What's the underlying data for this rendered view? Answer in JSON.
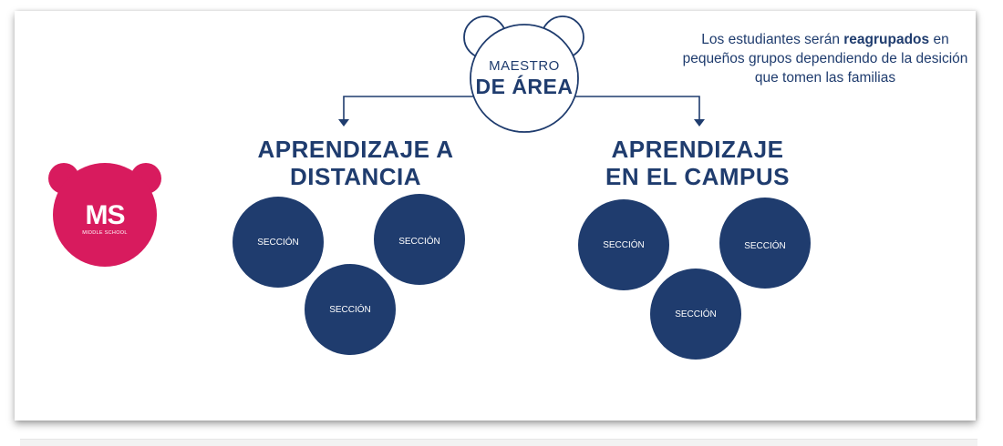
{
  "colors": {
    "navy": "#1f3c6e",
    "brand_pink": "#d81b5e",
    "white": "#ffffff"
  },
  "top_node": {
    "line1": "MAESTRO",
    "line2": "DE ÁREA"
  },
  "note": {
    "before_bold": "Los estudiantes serán ",
    "bold": "reagrupados",
    "after_bold": " en pequeños grupos dependiendo de la desición que tomen las familias"
  },
  "branches": [
    {
      "heading_line1": "APRENDIZAJE A",
      "heading_line2": "DISTANCIA",
      "sections": [
        "SECCIÓN",
        "SECCIÓN",
        "SECCIÓN"
      ]
    },
    {
      "heading_line1": "APRENDIZAJE",
      "heading_line2": "EN EL CAMPUS",
      "sections": [
        "SECCIÓN",
        "SECCIÓN",
        "SECCIÓN"
      ]
    }
  ],
  "logo": {
    "initials": "MS",
    "subtitle": "MIDDLE SCHOOL"
  }
}
